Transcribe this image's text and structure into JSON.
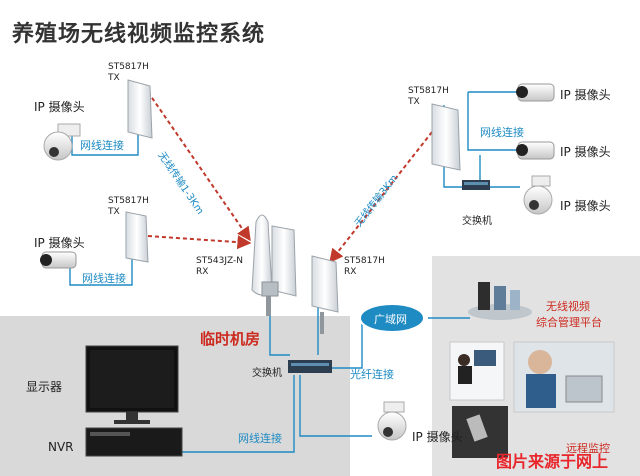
{
  "title": "养殖场无线视频监控系统",
  "device_tx_model": "ST5817H",
  "tx_label": "TX",
  "rx_label": "RX",
  "center_model": "ST543JZ-N",
  "ip_camera": "IP 摄像头",
  "net_cable": "网线连接",
  "wireless_left": "无线传输1-3Km",
  "wireless_right": "无线传输3Km",
  "switch_label": "交换机",
  "machine_room": "临时机房",
  "monitor_label": "显示器",
  "nvr_label": "NVR",
  "wan_label": "广域网",
  "fiber_label": "光纤连接",
  "platform_line1": "无线视频",
  "platform_line2": "综合管理平台",
  "remote_label": "远程监控",
  "watermark": "图片来源于网上",
  "colors": {
    "line_blue": "#1e8bc3",
    "wireless_red": "#c0392b",
    "room_gray": "#d9d9d9",
    "watermark_red": "#e8262c"
  }
}
